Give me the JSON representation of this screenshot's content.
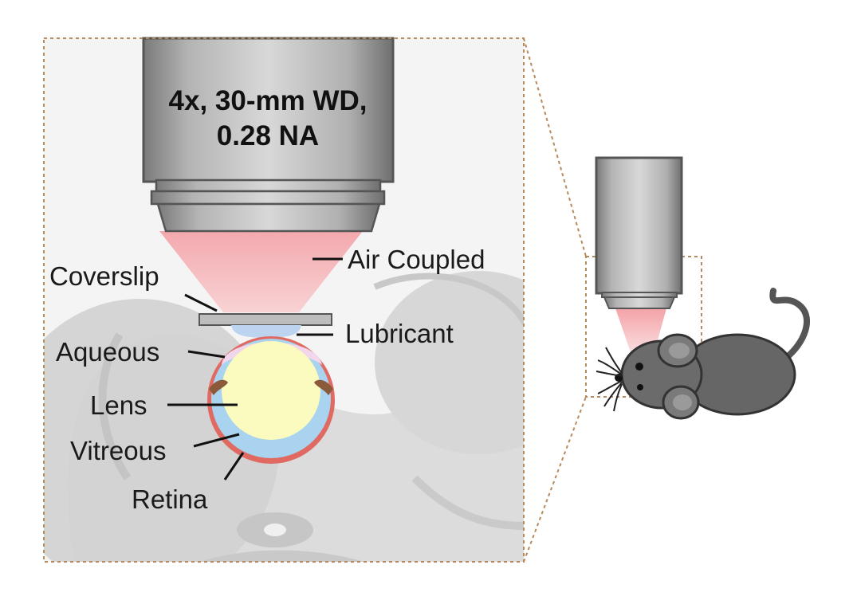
{
  "objective": {
    "line1": "4x, 30-mm WD,",
    "line2": "0.28 NA"
  },
  "labels": {
    "air_coupled": "Air Coupled",
    "coverslip": "Coverslip",
    "lubricant": "Lubricant",
    "aqueous": "Aqueous",
    "lens": "Lens",
    "vitreous": "Vitreous",
    "retina": "Retina"
  },
  "colors": {
    "beam": "#f4b6b8",
    "lens": "#fbfbbf",
    "vitreous": "#a9d3ee",
    "retina": "#e06a62",
    "aqueous": "#f1d6ec",
    "lubricant": "#bcd4ef",
    "objective": "#8f8f8f",
    "mouse": "#666666",
    "inset_border": "#b78a5e"
  },
  "icons": [
    "microscope-objective-icon",
    "mouse-icon",
    "eye-icon"
  ]
}
